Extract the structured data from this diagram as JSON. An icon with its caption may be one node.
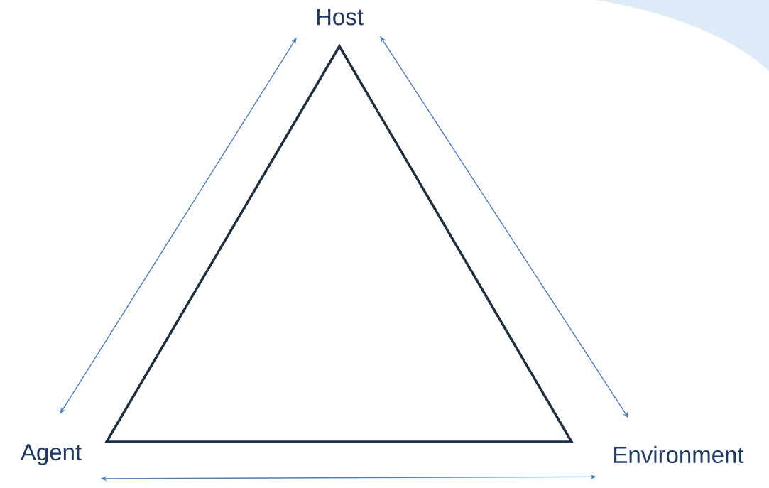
{
  "diagram": {
    "nodes": [
      {
        "text": [
          "Host"
        ]
      },
      {
        "text": [
          "Agent"
        ]
      },
      {
        "text": [
          "Environment"
        ]
      }
    ],
    "edges": [
      {
        "from": 0,
        "to": 1,
        "arrow": "both"
      },
      {
        "from": 0,
        "to": 2,
        "arrow": "both"
      },
      {
        "from": 1,
        "to": 2,
        "arrow": "both"
      }
    ]
  }
}
